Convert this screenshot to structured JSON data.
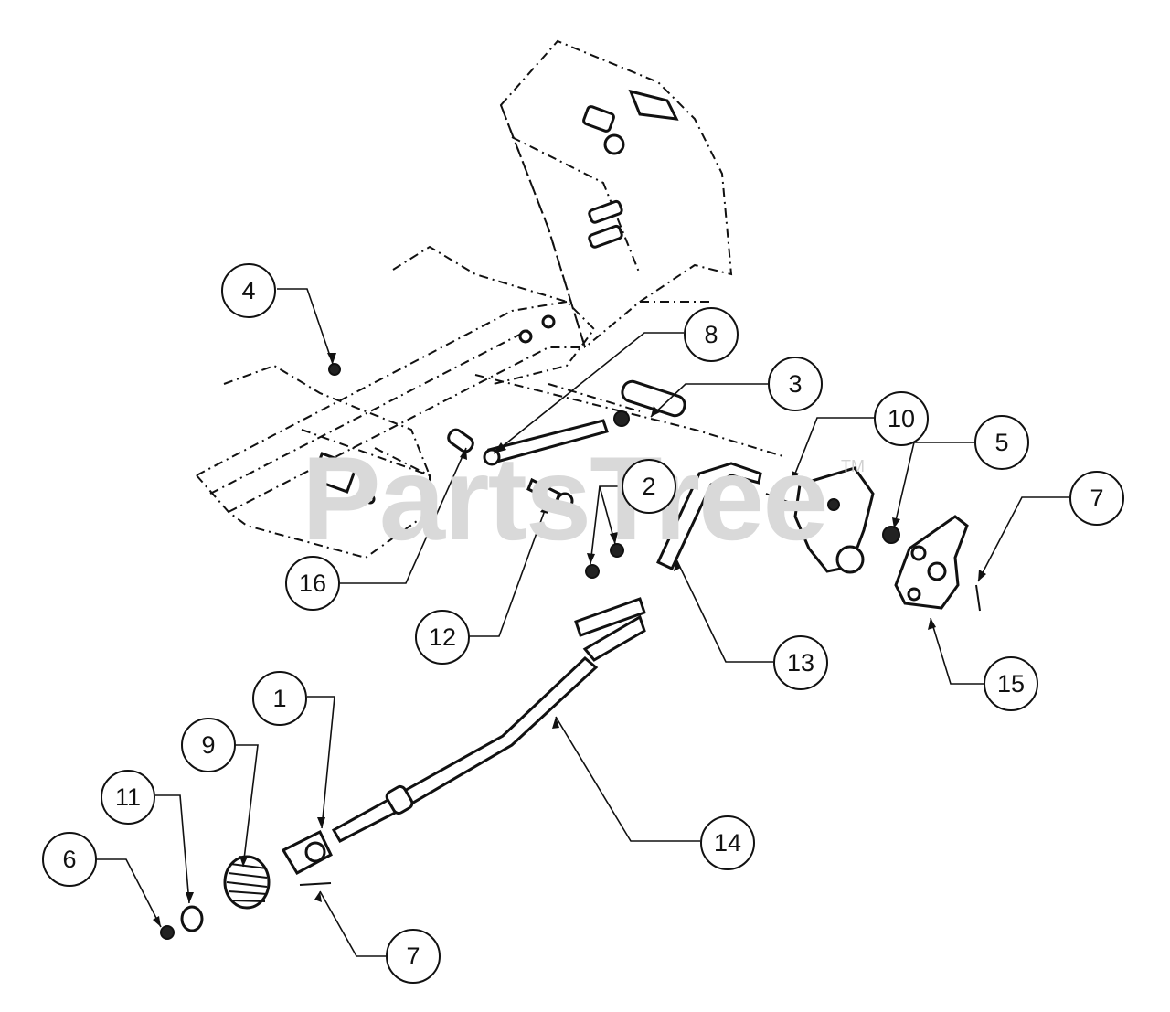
{
  "watermark": {
    "text": "PartsTree",
    "trademark": "TM"
  },
  "callouts": [
    {
      "id": "c1",
      "label": "1"
    },
    {
      "id": "c2",
      "label": "2"
    },
    {
      "id": "c3",
      "label": "3"
    },
    {
      "id": "c4",
      "label": "4"
    },
    {
      "id": "c5",
      "label": "5"
    },
    {
      "id": "c6",
      "label": "6"
    },
    {
      "id": "c7a",
      "label": "7"
    },
    {
      "id": "c7b",
      "label": "7"
    },
    {
      "id": "c8",
      "label": "8"
    },
    {
      "id": "c9",
      "label": "9"
    },
    {
      "id": "c10",
      "label": "10"
    },
    {
      "id": "c11",
      "label": "11"
    },
    {
      "id": "c12",
      "label": "12"
    },
    {
      "id": "c13",
      "label": "13"
    },
    {
      "id": "c14",
      "label": "14"
    },
    {
      "id": "c15",
      "label": "15"
    },
    {
      "id": "c16",
      "label": "16"
    }
  ]
}
